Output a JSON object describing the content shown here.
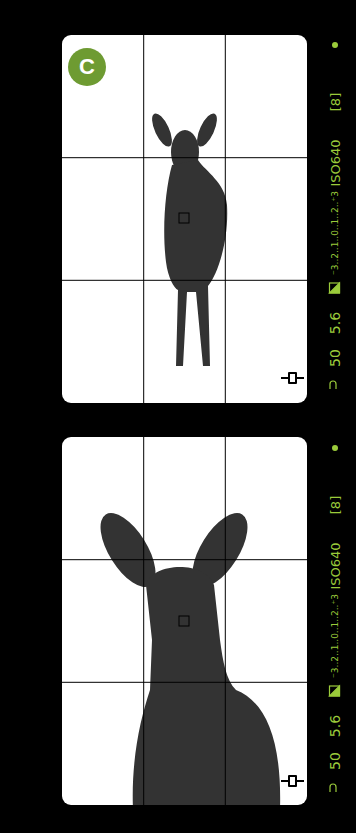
{
  "diagram": {
    "nodes": [
      {
        "text": [
          "C"
        ]
      }
    ],
    "labels": [
      "50",
      "5.6",
      "⁻3..2..1..0..1..2..⁺3",
      "ISO640",
      "[8]",
      "50",
      "5.6",
      "⁻3..2..1..0..1..2..⁺3",
      "ISO640",
      "[8]"
    ]
  }
}
